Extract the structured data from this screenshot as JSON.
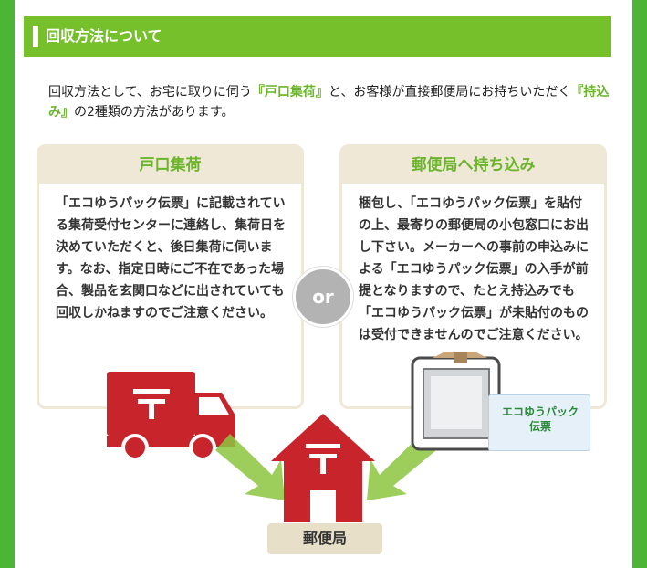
{
  "header": {
    "title": "回収方法について"
  },
  "intro": {
    "part1": "回収方法として、お宅に取りに伺う",
    "em1": "『戸口集荷』",
    "part2": "と、お客様が直接郵便局にお持ちいただく",
    "em2": "『持込み』",
    "part3": "の2種類の方法があります。"
  },
  "left_box": {
    "title": "戸口集荷",
    "text": "「エコゆうパック伝票」に記載されている集荷受付センターに連絡し、集荷日を決めていただくと、後日集荷に伺います。なお、指定日時にご不在であった場合、製品を玄関口などに出されていても回収しかねますのでご注意ください。"
  },
  "or_label": "or",
  "right_box": {
    "title": "郵便局へ持ち込み",
    "text": "梱包し、「エコゆうパック伝票」を貼付の上、最寄りの郵便局の小包窓口にお出し下さい。メーカーへの事前の申込みによる「エコゆうパック伝票」の入手が前提となりますので、たとえ持込みでも「エコゆうパック伝票」が未貼付のものは受付できませんのでご注意ください。"
  },
  "slip": {
    "line1": "エコゆうパック",
    "line2": "伝票"
  },
  "post_office_label": "郵便局",
  "colors": {
    "green": "#4db535",
    "header_green": "#75c02b",
    "beige": "#efe8d6",
    "postal_red": "#c8242b"
  }
}
